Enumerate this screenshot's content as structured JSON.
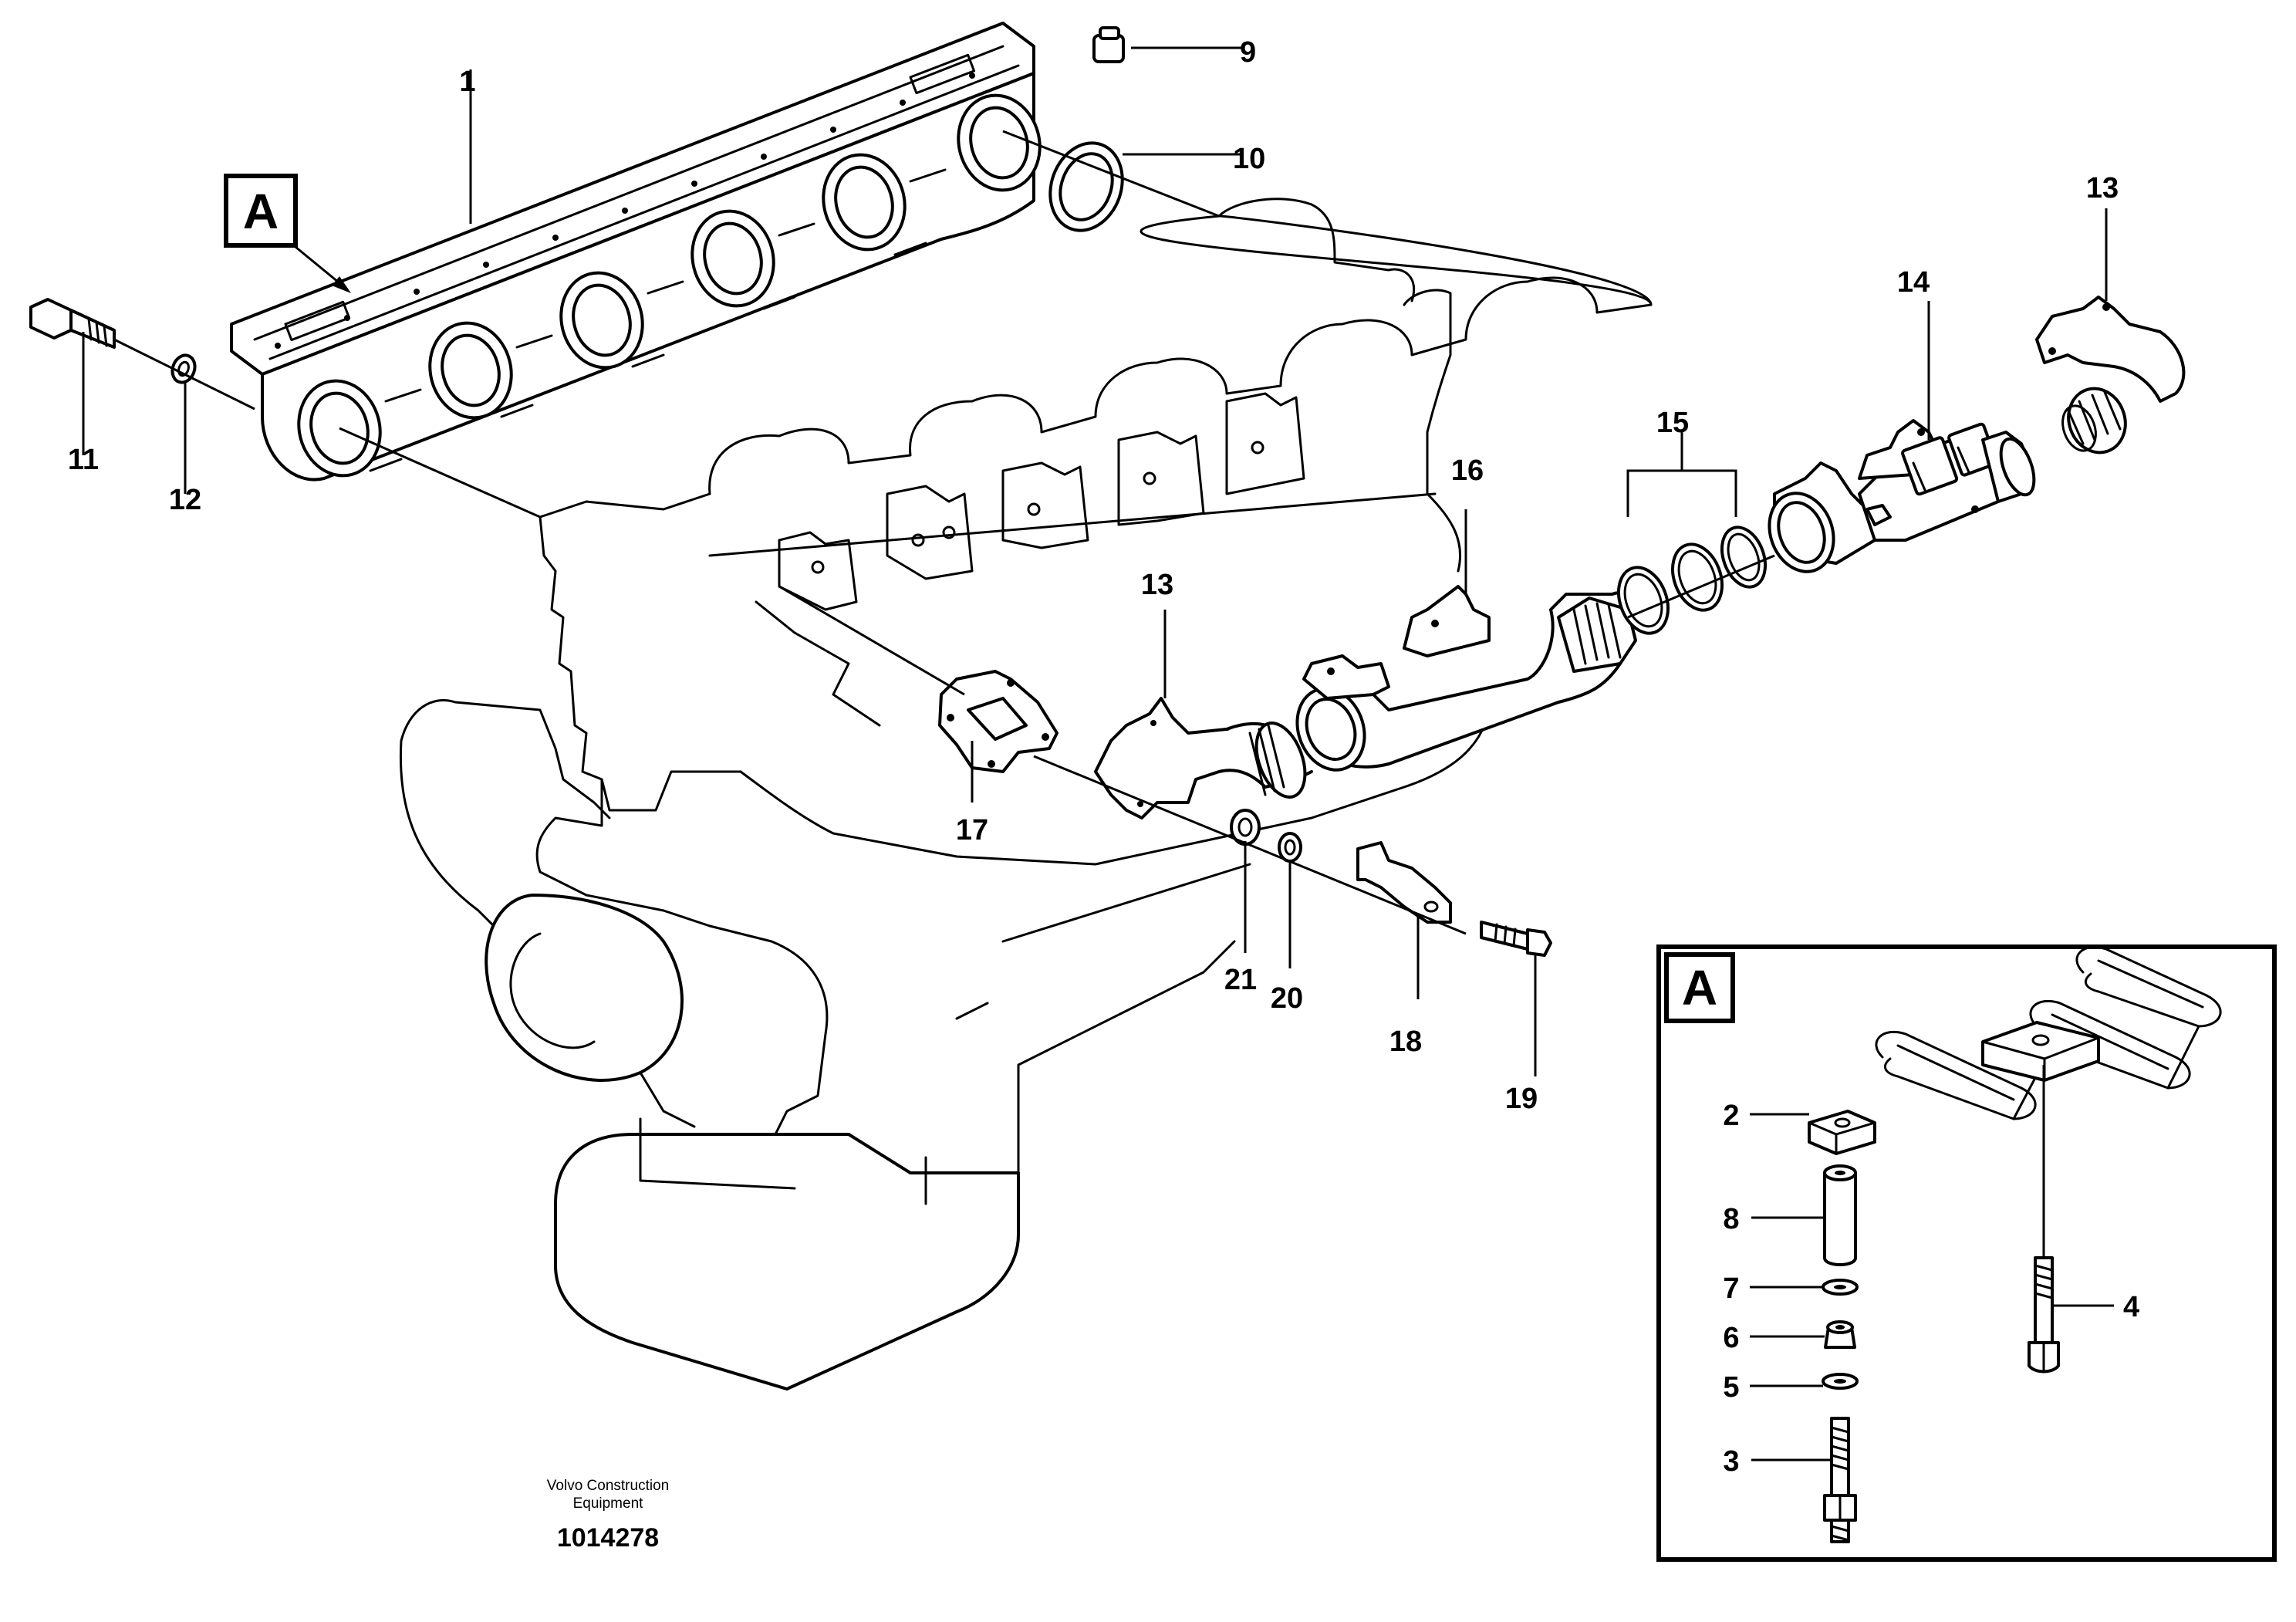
{
  "detail_marker": "A",
  "inset_marker": "A",
  "callouts": {
    "c1": "1",
    "c2": "2",
    "c3": "3",
    "c4": "4",
    "c5": "5",
    "c6": "6",
    "c7": "7",
    "c8": "8",
    "c9": "9",
    "c10": "10",
    "c11": "11",
    "c12": "12",
    "c13a": "13",
    "c13b": "13",
    "c14": "14",
    "c15": "15",
    "c16": "16",
    "c17": "17",
    "c18": "18",
    "c19": "19",
    "c20": "20",
    "c21": "21"
  },
  "credit": {
    "line1": "Volvo Construction",
    "line2": "Equipment",
    "drawing_number": "1014278"
  },
  "colors": {
    "ink": "#000000",
    "paper": "#ffffff"
  }
}
